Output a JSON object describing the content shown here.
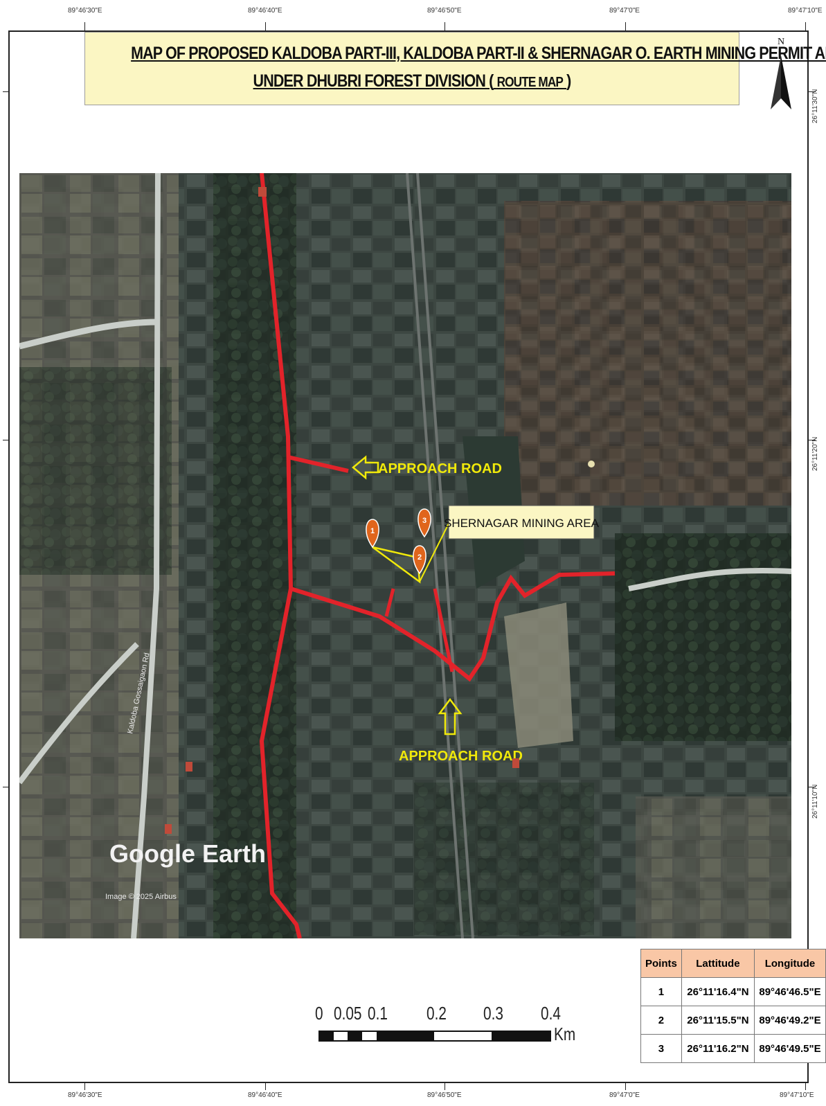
{
  "title": {
    "line1": "MAP OF PROPOSED KALDOBA PART-III, KALDOBA PART-II & SHERNAGAR O. EARTH MINING PERMIT AREA",
    "line2_prefix": "UNDER DHUBRI FOREST DIVISION (",
    "line2_route": "ROUTE MAP",
    "line2_suffix": ")"
  },
  "north_label": "N",
  "graticule": {
    "top": [
      "89°46'30\"E",
      "89°46'40\"E",
      "89°46'50\"E",
      "89°47'0\"E",
      "89°47'10\"E"
    ],
    "bottom": [
      "89°46'30\"E",
      "89°46'40\"E",
      "89°46'50\"E",
      "89°47'0\"E",
      "89°47'10\"E"
    ],
    "right": [
      "26°11'30\"N",
      "26°11'20\"N",
      "26°11'10\"N"
    ]
  },
  "map_labels": {
    "approach_road_1": "APPROACH ROAD",
    "approach_road_2": "APPROACH ROAD",
    "mining_area": "SHERNAGAR MINING AREA",
    "google_earth": "Google Earth",
    "imagery": "Image © 2025 Airbus",
    "road_name": "Kaldoba Gossaigaon Rd",
    "marker_1": "1",
    "marker_2": "2",
    "marker_3": "3"
  },
  "coords_table": {
    "headers": [
      "Points",
      "Lattitude",
      "Longitude"
    ],
    "rows": [
      [
        "1",
        "26°11'16.4\"N",
        "89°46'46.5\"E"
      ],
      [
        "2",
        "26°11'15.5\"N",
        "89°46'49.2\"E"
      ],
      [
        "3",
        "26°11'16.2\"N",
        "89°46'49.5\"E"
      ]
    ]
  },
  "scale_bar": {
    "labels": [
      "0",
      "0.05",
      "0.1",
      "0.2",
      "0.3",
      "0.4"
    ],
    "unit": "Km"
  },
  "colors": {
    "route": "#e2232a",
    "highlight": "#f0e90a",
    "title_bg": "#fbf6c3",
    "table_header": "#f9c7a6"
  }
}
